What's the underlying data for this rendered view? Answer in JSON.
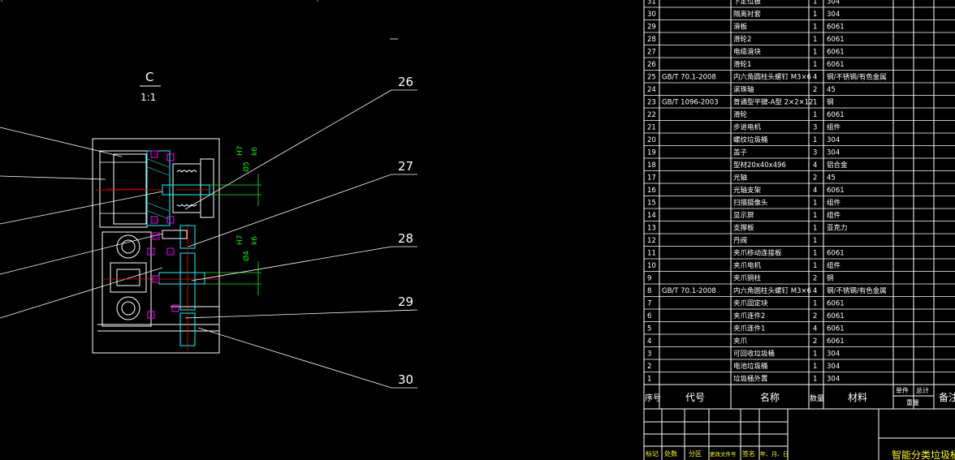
{
  "drawing": {
    "view_letter": "C",
    "view_scale": "1:1",
    "callouts": [
      "26",
      "27",
      "28",
      "29",
      "30"
    ],
    "dims": [
      {
        "diam": "Ø5",
        "fit_top": "H7",
        "fit_bottom": "k6"
      },
      {
        "diam": "Ø4",
        "fit_top": "H7",
        "fit_bottom": "k6"
      }
    ]
  },
  "bom": {
    "rows": [
      {
        "no": "31",
        "code": "",
        "name": "下定位板",
        "qty": "1",
        "mat": "304"
      },
      {
        "no": "30",
        "code": "",
        "name": "隔离衬套",
        "qty": "1",
        "mat": "304"
      },
      {
        "no": "29",
        "code": "",
        "name": "滑板",
        "qty": "1",
        "mat": "6061"
      },
      {
        "no": "28",
        "code": "",
        "name": "滑轮2",
        "qty": "1",
        "mat": "6061"
      },
      {
        "no": "27",
        "code": "",
        "name": "电缆滑块",
        "qty": "1",
        "mat": "6061"
      },
      {
        "no": "26",
        "code": "",
        "name": "滑轮1",
        "qty": "1",
        "mat": "6061"
      },
      {
        "no": "25",
        "code": "GB/T 70.1-2008",
        "name": "内六角圆柱头螺钉 M3×6",
        "qty": "4",
        "mat": "钢/不锈钢/有色金属"
      },
      {
        "no": "24",
        "code": "",
        "name": "滚珠轴",
        "qty": "2",
        "mat": "45"
      },
      {
        "no": "23",
        "code": "GB/T 1096-2003",
        "name": "普通型平键-A型 2×2×12",
        "qty": "1",
        "mat": "钢"
      },
      {
        "no": "22",
        "code": "",
        "name": "滑轮",
        "qty": "1",
        "mat": "6061"
      },
      {
        "no": "21",
        "code": "",
        "name": "步进电机",
        "qty": "3",
        "mat": "组件"
      },
      {
        "no": "20",
        "code": "",
        "name": "螺纹垃圾桶",
        "qty": "1",
        "mat": "304"
      },
      {
        "no": "19",
        "code": "",
        "name": "盖子",
        "qty": "3",
        "mat": "304"
      },
      {
        "no": "18",
        "code": "",
        "name": "型材20x40x496",
        "qty": "4",
        "mat": "铝合金"
      },
      {
        "no": "17",
        "code": "",
        "name": "光轴",
        "qty": "2",
        "mat": "45"
      },
      {
        "no": "16",
        "code": "",
        "name": "光轴支架",
        "qty": "4",
        "mat": "6061"
      },
      {
        "no": "15",
        "code": "",
        "name": "扫描摄像头",
        "qty": "1",
        "mat": "组件"
      },
      {
        "no": "14",
        "code": "",
        "name": "显示屏",
        "qty": "1",
        "mat": "组件"
      },
      {
        "no": "13",
        "code": "",
        "name": "支撑板",
        "qty": "1",
        "mat": "亚克力"
      },
      {
        "no": "12",
        "code": "",
        "name": "丹阀",
        "qty": "1",
        "mat": ""
      },
      {
        "no": "11",
        "code": "",
        "name": "夹爪移动连接板",
        "qty": "1",
        "mat": "6061"
      },
      {
        "no": "10",
        "code": "",
        "name": "夹爪电机",
        "qty": "1",
        "mat": "组件"
      },
      {
        "no": "9",
        "code": "",
        "name": "夹爪铜柱",
        "qty": "2",
        "mat": "铜"
      },
      {
        "no": "8",
        "code": "GB/T 70.1-2008",
        "name": "内六角圆柱头螺钉 M3×6",
        "qty": "4",
        "mat": "钢/不锈钢/有色金属"
      },
      {
        "no": "7",
        "code": "",
        "name": "夹爪固定块",
        "qty": "1",
        "mat": "6061"
      },
      {
        "no": "6",
        "code": "",
        "name": "夹爪连件2",
        "qty": "2",
        "mat": "6061"
      },
      {
        "no": "5",
        "code": "",
        "name": "夹爪连件1",
        "qty": "4",
        "mat": "6061"
      },
      {
        "no": "4",
        "code": "",
        "name": "夹爪",
        "qty": "2",
        "mat": "6061"
      },
      {
        "no": "3",
        "code": "",
        "name": "可回收垃圾桶",
        "qty": "1",
        "mat": "304"
      },
      {
        "no": "2",
        "code": "",
        "name": "电池垃圾桶",
        "qty": "1",
        "mat": "304"
      },
      {
        "no": "1",
        "code": "",
        "name": "垃圾桶外置",
        "qty": "1",
        "mat": "304"
      }
    ],
    "header": {
      "no": "序号",
      "code": "代号",
      "name": "名称",
      "qty": "数量",
      "mat": "材料",
      "unit_w": "单件",
      "total_w": "总计",
      "weight": "重量",
      "remark": "备注"
    }
  },
  "title_block": {
    "labels": [
      "标记",
      "处数",
      "分区",
      "更改文件号",
      "签名",
      "年、月、日"
    ],
    "title": "智能分类垃圾桶"
  }
}
